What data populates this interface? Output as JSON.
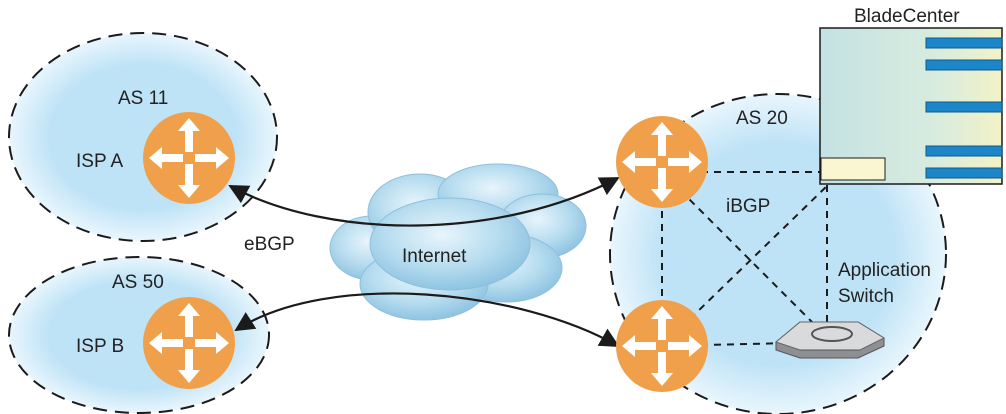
{
  "title": "",
  "labels": {
    "as11": "AS 11",
    "isp_a": "ISP A",
    "as50": "AS 50",
    "isp_b": "ISP B",
    "ebgp": "eBGP",
    "internet": "Internet",
    "as20": "AS 20",
    "ibgp": "iBGP",
    "app_switch_line1": "Application",
    "app_switch_line2": "Switch",
    "bladecenter": "BladeCenter"
  },
  "colors": {
    "region_fill": "#bfe3f6",
    "router_orange": "#f0a04b",
    "cloud_blue": "#a9d3ea",
    "blade_panel": "#cfe6e6",
    "blade_slot": "#1c86c8",
    "line": "#1b1b1b"
  },
  "icons": {
    "router": "router-icon",
    "cloud": "cloud-icon",
    "switch": "switch-icon",
    "chassis": "bladecenter-icon"
  }
}
